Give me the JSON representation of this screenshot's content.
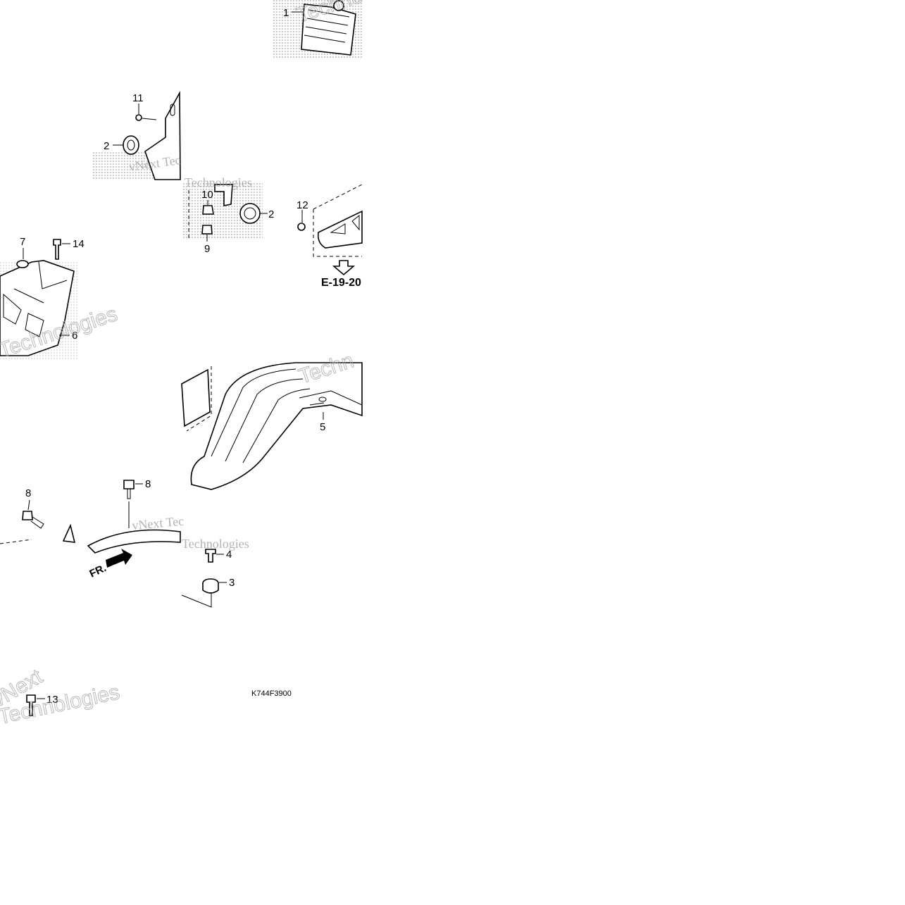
{
  "callouts": {
    "c1": "1",
    "c2a": "2",
    "c2b": "2",
    "c3": "3",
    "c4": "4",
    "c5": "5",
    "c6": "6",
    "c7": "7",
    "c8a": "8",
    "c8b": "8",
    "c9": "9",
    "c10": "10",
    "c11": "11",
    "c12": "12",
    "c13": "13",
    "c14": "14"
  },
  "reference": "E-19-20",
  "direction_label": "FR.",
  "diagram_code": "K744F3900",
  "watermark": {
    "w1": "vNext Tec",
    "w2": "Technologies",
    "w3": "Techno",
    "w4": "vNext Tec",
    "w5": "Technologies",
    "w6": "vNext",
    "w7": "Techn"
  },
  "colors": {
    "line": "#000000",
    "background": "#ffffff",
    "watermark": "#9a9a9a"
  }
}
